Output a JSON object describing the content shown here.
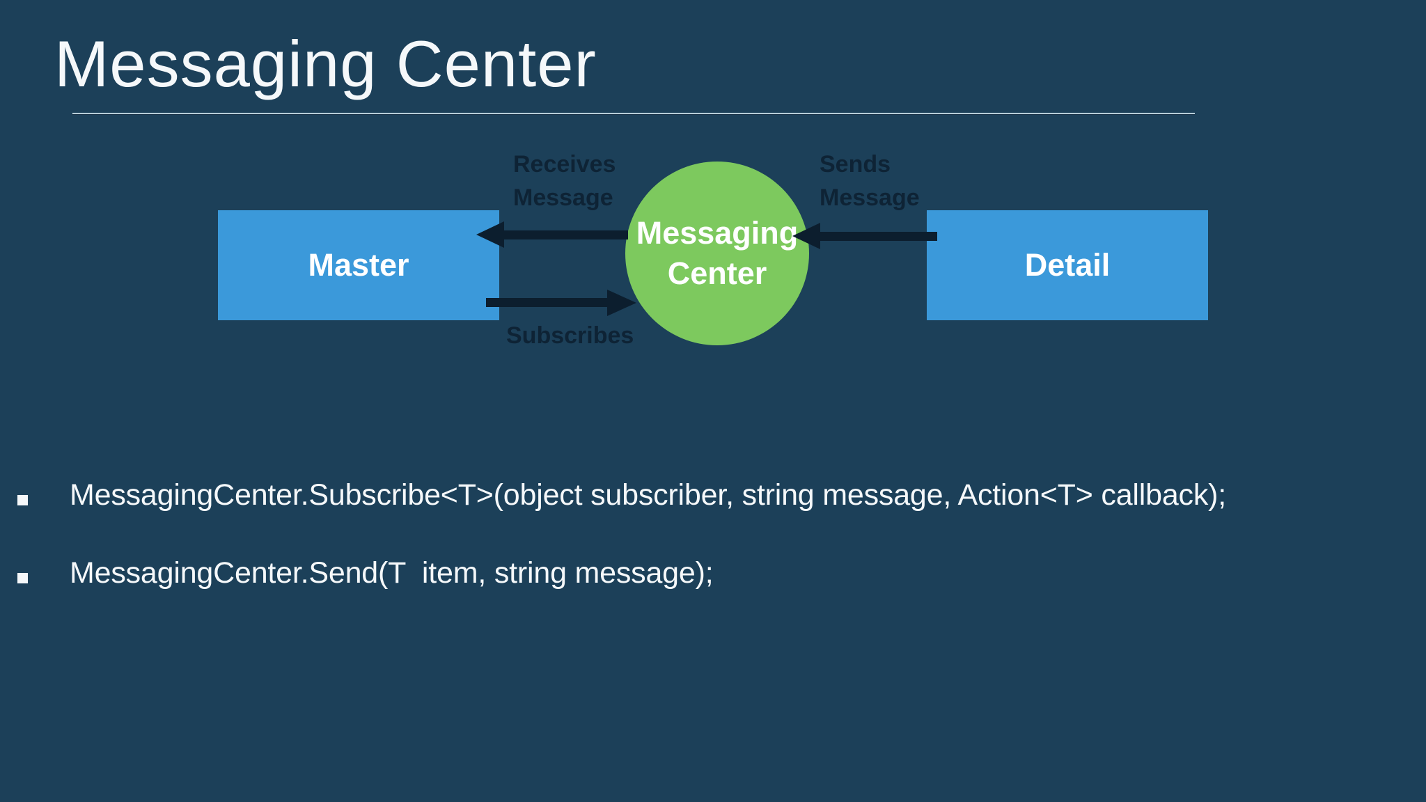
{
  "slide": {
    "title": "Messaging Center",
    "bullets": [
      "MessagingCenter.Subscribe<T>(object subscriber, string message, Action<T> callback);",
      "MessagingCenter.Send(T  item, string message);"
    ]
  },
  "diagram": {
    "master_box": "Master",
    "detail_box": "Detail",
    "center_circle": "Messaging\nCenter",
    "receives_arrow_label": "Receives\nMessage",
    "sends_arrow_label": "Sends\nMessage",
    "subscribes_arrow_label": "Subscribes"
  },
  "colors": {
    "background": "#1C4059",
    "box_blue": "#3B99DA",
    "circle_green": "#7DC95E",
    "arrow_black": "#0C1E2E",
    "label_dark": "#0E2335",
    "text_white": "#F5F8FA",
    "underline_gray": "#B6CCD8"
  }
}
